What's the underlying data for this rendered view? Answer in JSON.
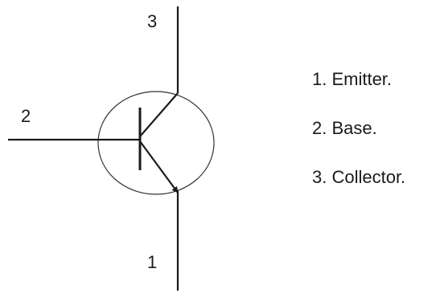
{
  "diagram": {
    "pin_labels": {
      "collector": "3",
      "base": "2",
      "emitter": "1"
    },
    "legend": [
      "1. Emitter.",
      "2. Base.",
      "3. Collector."
    ],
    "colors": {
      "stroke": "#1a1a1a",
      "background": "#ffffff"
    }
  }
}
